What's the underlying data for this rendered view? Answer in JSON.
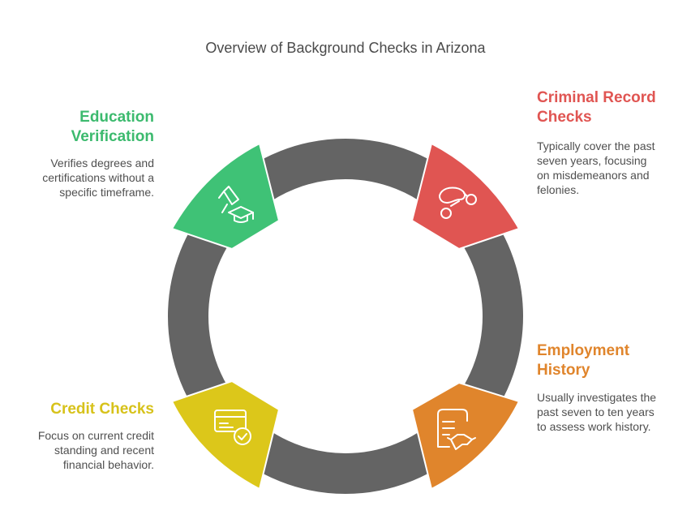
{
  "title": "Overview of Background Checks in Arizona",
  "colors": {
    "ring": "#646464",
    "criminal": "#e05552",
    "employment": "#e0852c",
    "credit": "#dcc71a",
    "education": "#3fc276",
    "icon_stroke": "#ffffff"
  },
  "items": {
    "criminal": {
      "heading": "Criminal Record Checks",
      "description": "Typically cover the past seven years, focusing on misdemeanors and felonies.",
      "icon": "handcuffs-icon"
    },
    "employment": {
      "heading": "Employment History",
      "description": "Usually investigates the past seven to ten years to assess work history.",
      "icon": "contract-handshake-icon"
    },
    "credit": {
      "heading": "Credit Checks",
      "description": "Focus on current credit standing and recent financial behavior.",
      "icon": "credit-card-check-icon"
    },
    "education": {
      "heading": "Education Verification",
      "description": "Verifies degrees and certifications without a specific timeframe.",
      "icon": "graduation-cap-icon"
    }
  }
}
